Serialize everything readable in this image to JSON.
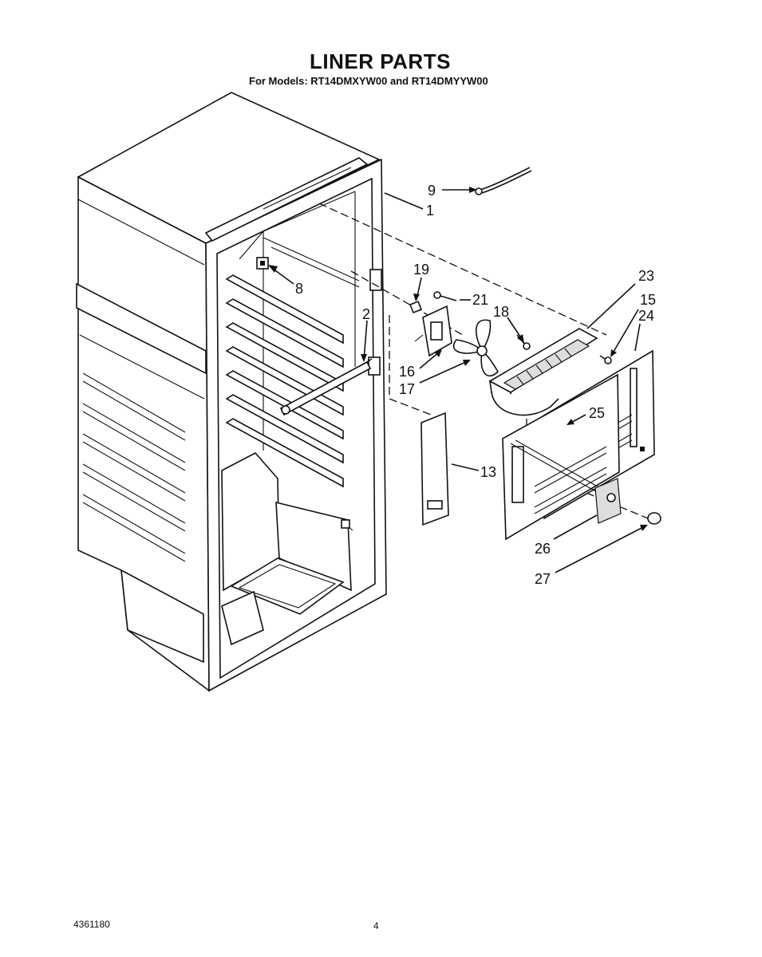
{
  "title": "LINER PARTS",
  "subtitle": "For Models: RT14DMXYW00 and RT14DMYYW00",
  "footer": {
    "doc_number": "4361180",
    "page_number": "4"
  },
  "callouts": [
    "9",
    "1",
    "8",
    "19",
    "21",
    "18",
    "23",
    "15",
    "24",
    "2",
    "16",
    "17",
    "25",
    "13",
    "26",
    "27"
  ]
}
